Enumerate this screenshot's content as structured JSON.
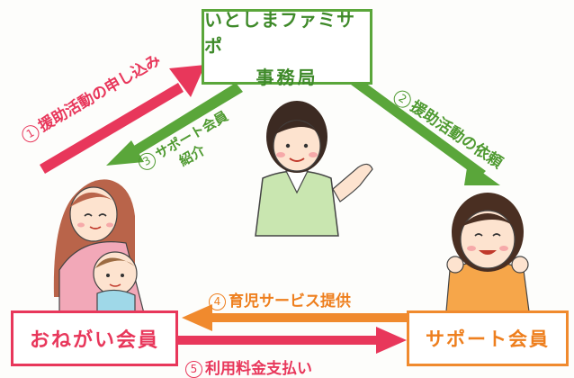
{
  "office": {
    "line1": "いとしまファミサポ",
    "line2": "事務局"
  },
  "request_member": {
    "label": "おねがい会員"
  },
  "support_member": {
    "label": "サポート会員"
  },
  "arrows": {
    "a1": {
      "num": "1",
      "label": "援助活動の申し込み"
    },
    "a2": {
      "num": "2",
      "label": "援助活動の依頼"
    },
    "a3": {
      "num": "3",
      "line1": "サポート会員",
      "line2": "紹介"
    },
    "a4": {
      "num": "4",
      "label": "育児サービス提供"
    },
    "a5": {
      "num": "5",
      "label": "利用料金支払い"
    }
  },
  "colors": {
    "green": "#5aa63a",
    "pink": "#e8375b",
    "orange": "#f08a2e"
  }
}
